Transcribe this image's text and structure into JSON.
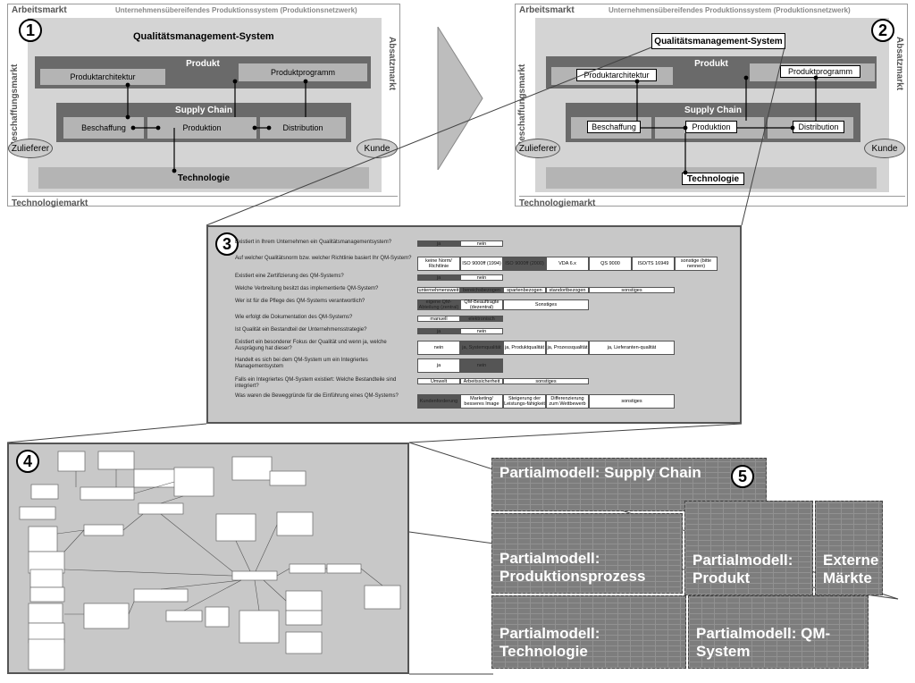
{
  "panel1": {
    "number": "1",
    "top_label": "Arbeitsmarkt",
    "network_label": "Unternehmensübereifendes Produktionssystem (Produktionsnetzwerk)",
    "left_label": "Beschaffungsmarkt",
    "right_label": "Absatzmarkt",
    "bottom_label": "Technologiemarkt",
    "qm_system": "Qualitätsmanagement-System",
    "produkt": "Produkt",
    "produktarchitektur": "Produktarchitektur",
    "produktprogramm": "Produktprogramm",
    "supply_chain": "Supply Chain",
    "beschaffung": "Beschaffung",
    "produktion": "Produktion",
    "distribution": "Distribution",
    "zulieferer": "Zulieferer",
    "kunde": "Kunde",
    "technologie": "Technologie"
  },
  "panel2": {
    "number": "2",
    "top_label": "Arbeitsmarkt",
    "network_label": "Unternehmensübereifendes Produktionssystem (Produktionsnetzwerk)",
    "left_label": "Beschaffungsmarkt",
    "right_label": "Absatzmarkt",
    "bottom_label": "Technologiemarkt",
    "qm_system": "Qualitätsmanagement-System",
    "produkt": "Produkt",
    "produktarchitektur": "Produktarchitektur",
    "produktprogramm": "Produktprogramm",
    "supply_chain": "Supply Chain",
    "beschaffung": "Beschaffung",
    "produktion": "Produktion",
    "distribution": "Distribution",
    "zulieferer": "Zulieferer",
    "kunde": "Kunde",
    "technologie": "Technologie"
  },
  "panel3": {
    "number": "3",
    "questions": [
      {
        "text": "Existiert in Ihrem Unternehmen ein Qualitätsmanagementsystem?",
        "options": [
          "ja",
          "nein"
        ],
        "selected": 0
      },
      {
        "text": "Auf welcher Qualitätsnorm bzw. welcher Richtlinie basiert Ihr QM-System?",
        "options": [
          "keine Norm/ Richtlinie",
          "ISO 9000ff (1994)",
          "ISO 9000ff (2000)",
          "VDA 6.x",
          "QS 9000",
          "ISO/TS 16949",
          "sonstige (bitte nennen)"
        ],
        "selected": 2
      },
      {
        "text": "Existiert eine Zertifizierung des QM-Systems?",
        "options": [
          "ja",
          "nein"
        ],
        "selected": 0
      },
      {
        "text": "Welche Verbreitung besitzt das implementierte QM-System?",
        "options": [
          "unternehmensweit",
          "bereichsbezogen",
          "spartenbezogen",
          "standortbezogen",
          "sonstiges"
        ],
        "selected": 1
      },
      {
        "text": "Wer ist für die Pflege des QM-Systems verantwortlich?",
        "options": [
          "eigene QM-Abteilung (zentral)",
          "QM-Beauftragte (dezentral)",
          "Sonstiges"
        ],
        "selected": 0
      },
      {
        "text": "Wie erfolgt die Dokumentation des QM-Systems?",
        "options": [
          "manuell",
          "elektronisch"
        ],
        "selected": 1
      },
      {
        "text": "Ist Qualität ein Bestandteil der Unternehmensstrategie?",
        "options": [
          "ja",
          "nein"
        ],
        "selected": 0
      },
      {
        "text": "Existiert ein besonderer Fokus der Qualität und wenn ja, welche Ausprägung hat dieser?",
        "options": [
          "nein",
          "ja, Systemqualität",
          "ja, Produktqualität",
          "ja, Prozessqualität",
          "ja, Lieferanten-qualität"
        ],
        "selected": 1
      },
      {
        "text": "Handelt es sich bei dem QM-System um ein Integriertes Managementsystem",
        "options": [
          "ja",
          "nein"
        ],
        "selected": 1
      },
      {
        "text": "Falls ein Integriertes QM-System existiert: Welche Bestandteile sind integriert?",
        "options": [
          "Umwelt",
          "Arbeitssicherheit",
          "sonstiges"
        ],
        "selected": -1
      },
      {
        "text": "Was waren die Beweggründe für die Einführung eines QM-Systems?",
        "options": [
          "Kundenforderung",
          "Marketing/ besseres Image",
          "Steigerung der Leistungs-fähigkeit",
          "Differenzierung zum Wettbewerb",
          "sonstiges"
        ],
        "selected": 0
      }
    ]
  },
  "panel4": {
    "number": "4"
  },
  "panel5": {
    "number": "5",
    "partial_models": [
      {
        "id": "supply-chain",
        "label": "Partialmodell: Supply Chain"
      },
      {
        "id": "produktionsprozess",
        "label": "Partialmodell: Produktionsprozess"
      },
      {
        "id": "produkt",
        "label": "Partialmodell: Produkt"
      },
      {
        "id": "externe-maerkte",
        "label": "Externe Märkte"
      },
      {
        "id": "technologie",
        "label": "Partialmodell: Technologie"
      },
      {
        "id": "qm-system",
        "label": "Partialmodell: QM-System"
      }
    ]
  },
  "colors": {
    "dark": "#6a6a6a",
    "medium": "#b4b4b4",
    "light": "#d4d4d4",
    "partial_model": "#7d7d7d"
  }
}
